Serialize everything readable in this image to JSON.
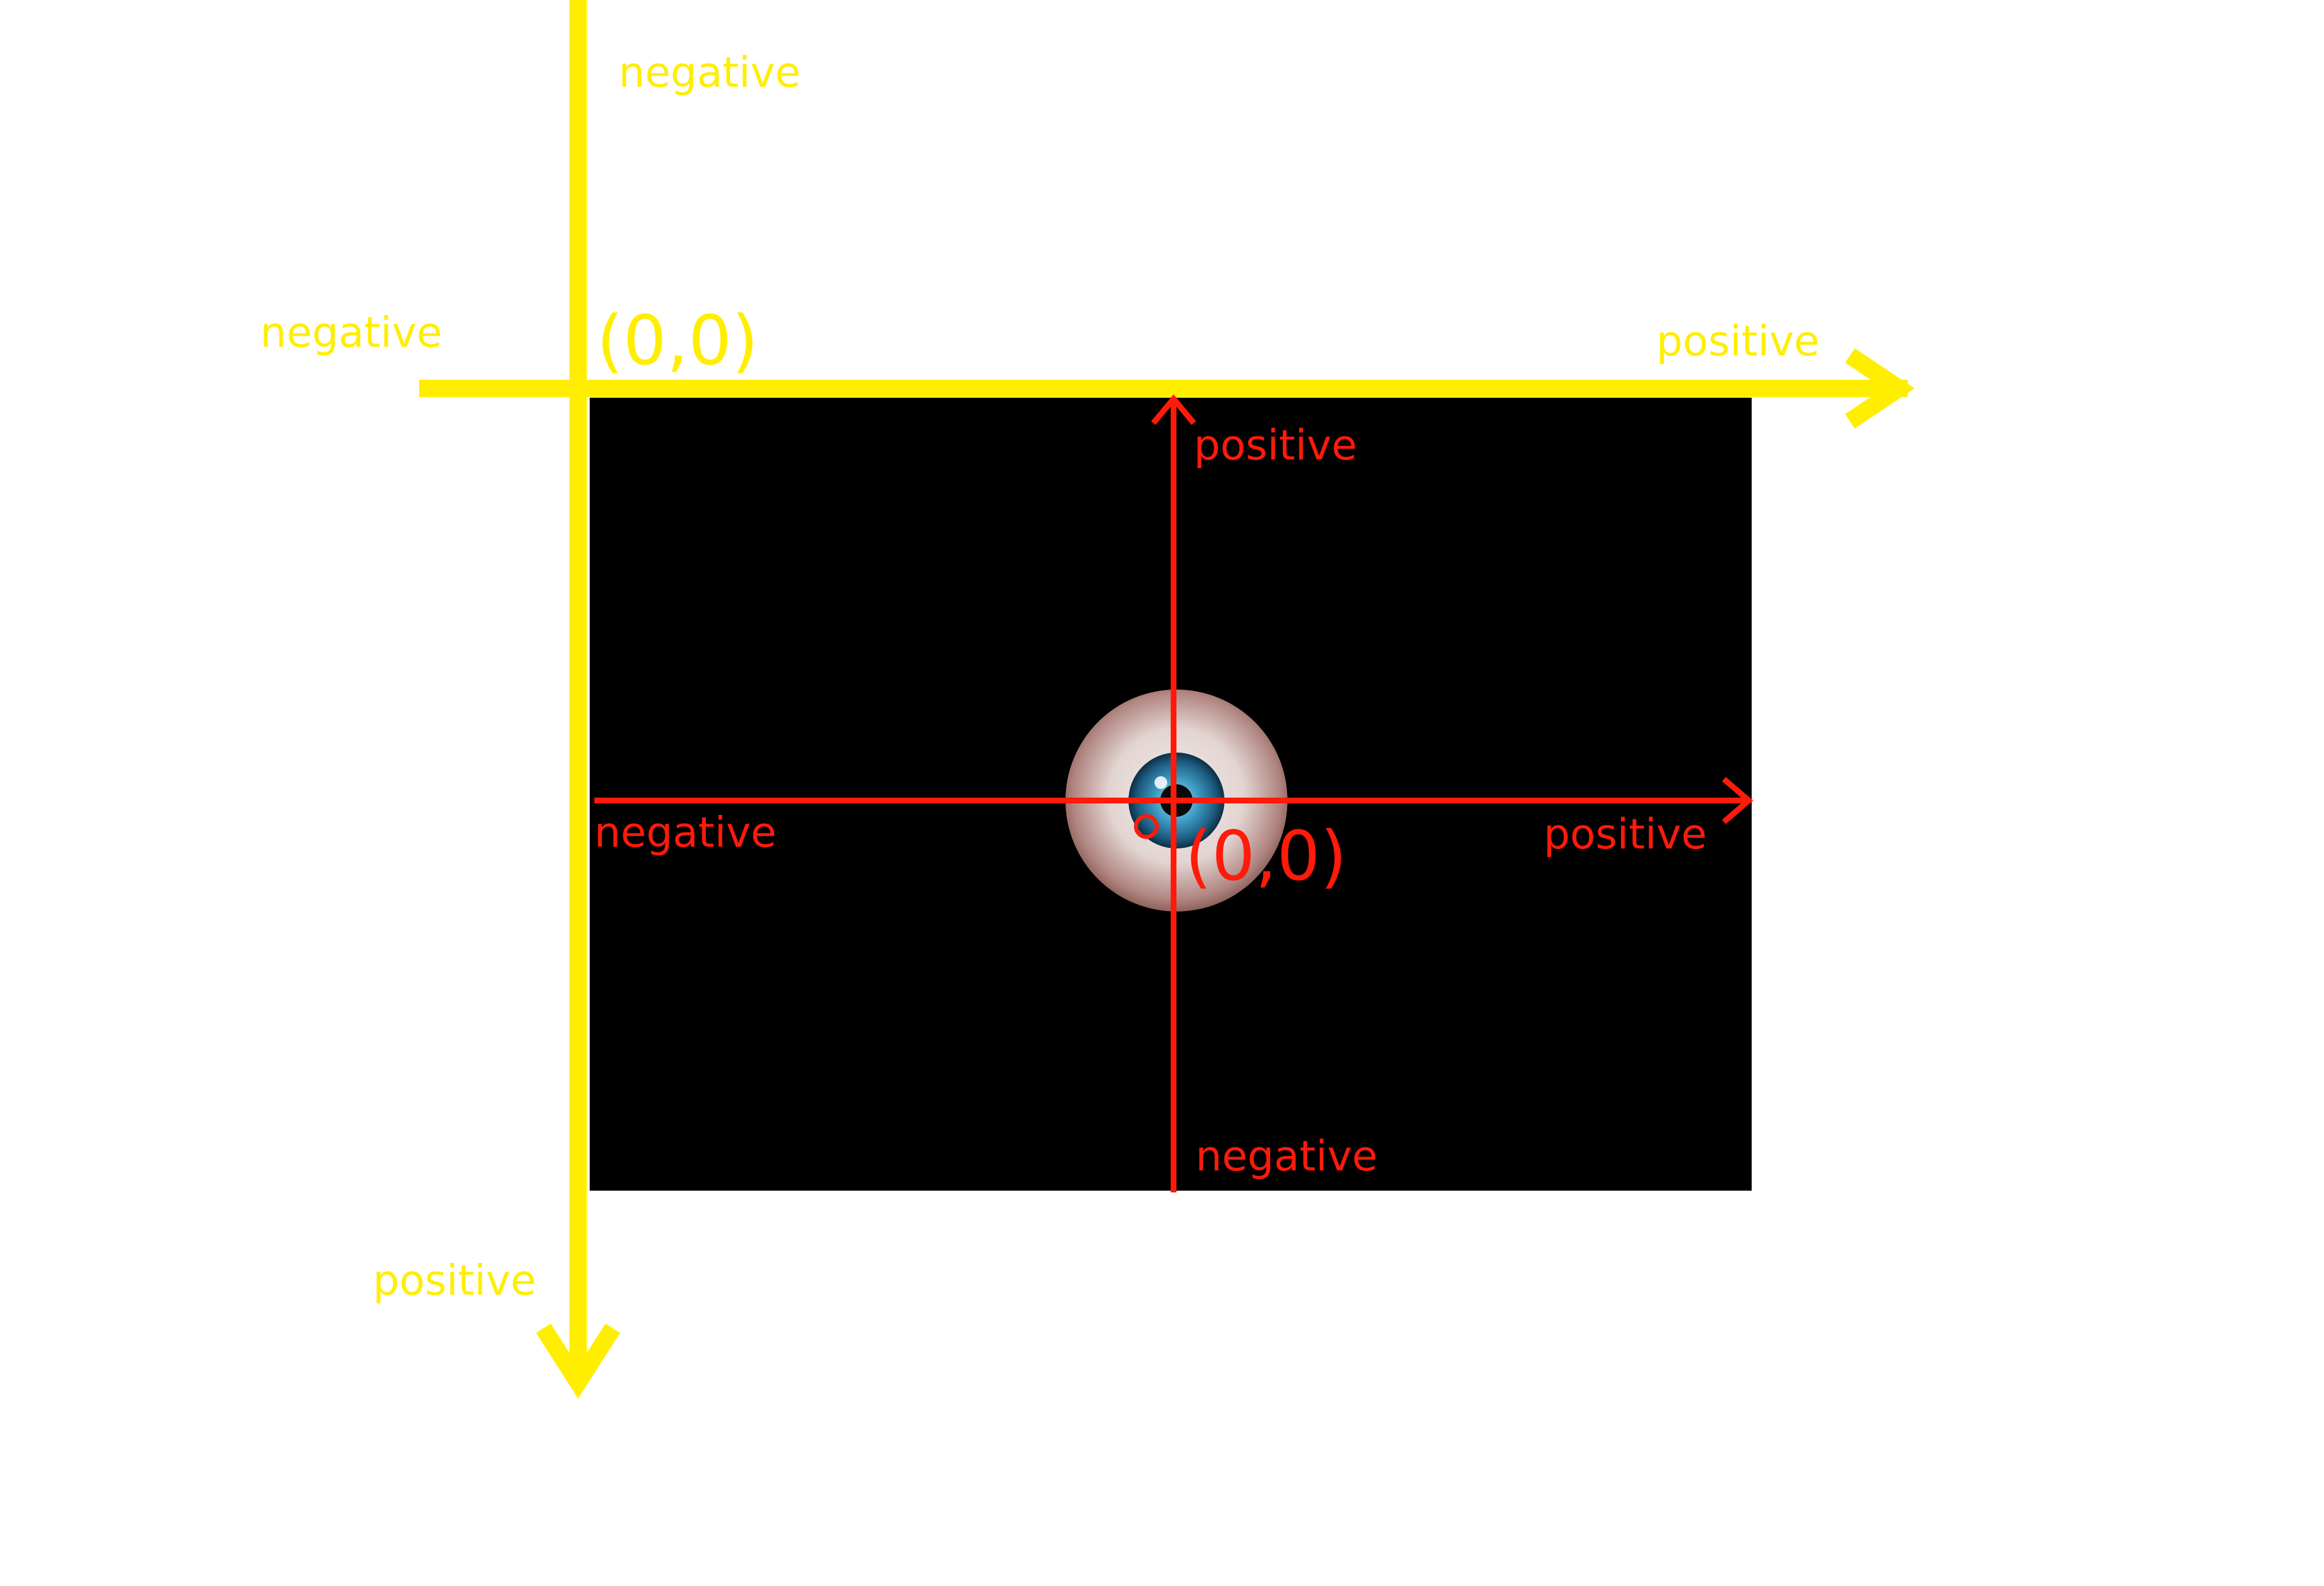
{
  "colors": {
    "screen_axes": "#ffee00",
    "local_axes": "#ff1a0a",
    "viewport": "#000000",
    "background": "#ffffff"
  },
  "icons": {
    "center_figure": "eyeball-icon"
  },
  "screen_axes": {
    "origin_label": "(0,0)",
    "x_negative_label": "negative",
    "x_positive_label": "positive",
    "y_negative_label": "negative",
    "y_positive_label": "positive"
  },
  "local_axes": {
    "origin_label": "(0,0)",
    "x_negative_label": "negative",
    "x_positive_label": "positive",
    "y_positive_label": "positive",
    "y_negative_label": "negative"
  }
}
